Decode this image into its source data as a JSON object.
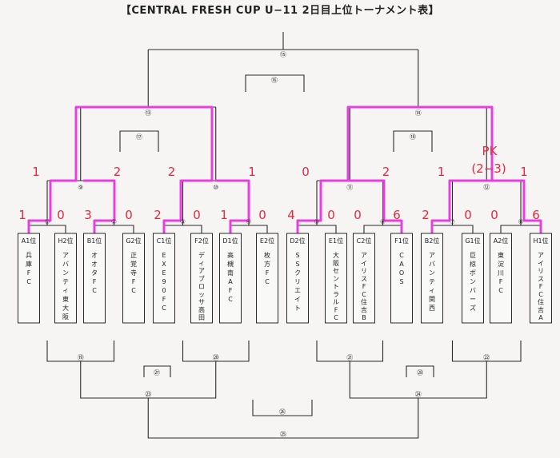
{
  "title": "【CENTRAL FRESH CUP U−11 2日目上位トーナメント表】",
  "teams": [
    {
      "seed": "A1位",
      "name": "兵庫FC"
    },
    {
      "seed": "H2位",
      "name": "アバンティ東大阪"
    },
    {
      "seed": "B1位",
      "name": "オオタFC"
    },
    {
      "seed": "G2位",
      "name": "正覚寺FC"
    },
    {
      "seed": "C1位",
      "name": "EXE90FC"
    },
    {
      "seed": "F2位",
      "name": "ディアブロッサ高田"
    },
    {
      "seed": "D1位",
      "name": "高槻南AFC"
    },
    {
      "seed": "E2位",
      "name": "枚方FC"
    },
    {
      "seed": "D2位",
      "name": "SSクリエイト"
    },
    {
      "seed": "E1位",
      "name": "大阪セントラルFC"
    },
    {
      "seed": "C2位",
      "name": "アイリスFC住吉B"
    },
    {
      "seed": "F1位",
      "name": "CAOS"
    },
    {
      "seed": "B2位",
      "name": "アバンティ関西"
    },
    {
      "seed": "G1位",
      "name": "巨椋ボンバーズ"
    },
    {
      "seed": "A2位",
      "name": "東淀川FC"
    },
    {
      "seed": "H1位",
      "name": "アイリスFC住吉A"
    }
  ],
  "match_numbers": [
    "①",
    "②",
    "③",
    "④",
    "⑤",
    "⑥",
    "⑦",
    "⑧",
    "⑨",
    "⑩",
    "⑪",
    "⑫",
    "⑬",
    "⑭",
    "⑮",
    "⑯",
    "⑰",
    "⑱",
    "⑲",
    "⑳",
    "㉑",
    "㉒",
    "㉓",
    "㉔",
    "㉕",
    "㉖",
    "㉗",
    "㉘"
  ],
  "scores": {
    "m1": [
      "1",
      "0"
    ],
    "m2": [
      "3",
      "0"
    ],
    "m3": [
      "2",
      "0"
    ],
    "m4": [
      "1",
      "0"
    ],
    "m5": [
      "4",
      "0"
    ],
    "m6": [
      "0",
      "6"
    ],
    "m7": [
      "2",
      "0"
    ],
    "m8": [
      "0",
      "6"
    ],
    "m9": [
      "1",
      "2"
    ],
    "m10": [
      "2",
      "1"
    ],
    "m11": [
      "0",
      "2"
    ],
    "m12": [
      "1",
      "1"
    ],
    "pk": "PK",
    "pk_score": "(2−3)"
  },
  "colors": {
    "ink": "#2a2a2a",
    "highlight": "#e83ee0",
    "score": "#e8273f",
    "paper": "#f6f5f3"
  }
}
